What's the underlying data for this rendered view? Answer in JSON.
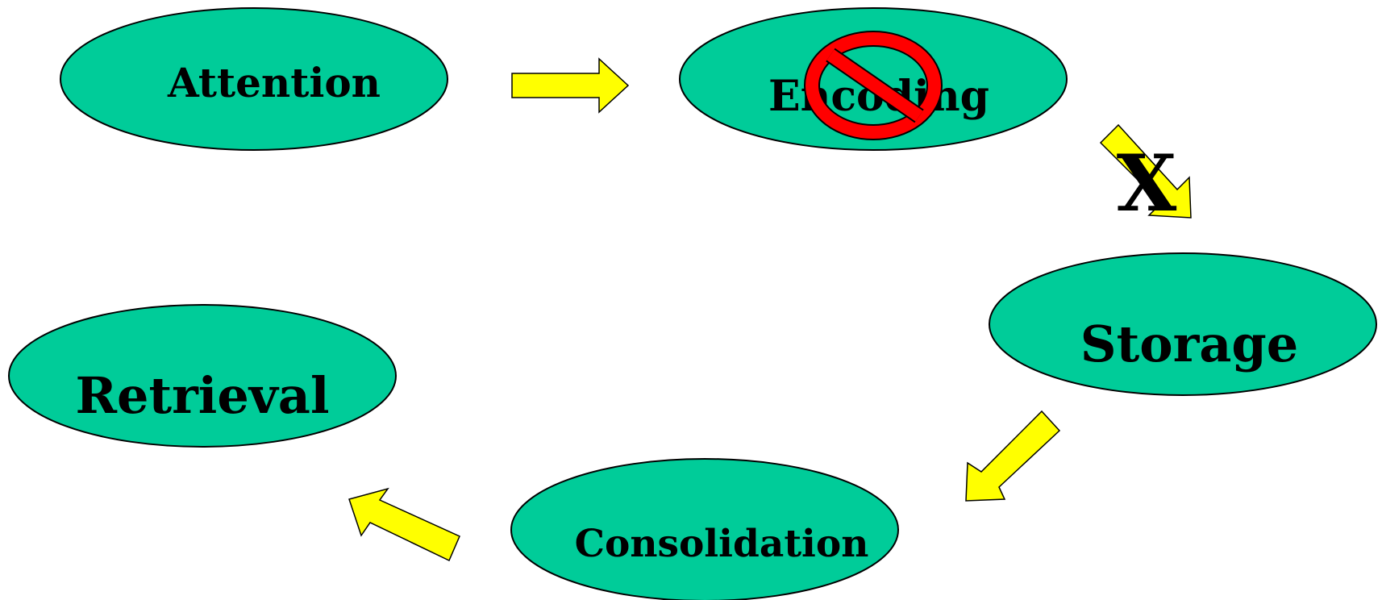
{
  "diagram": {
    "nodes": {
      "attention": {
        "label": "Attention"
      },
      "encoding": {
        "label": "Encoding"
      },
      "storage": {
        "label": "Storage"
      },
      "consolidation": {
        "label": "Consolidation"
      },
      "retrieval": {
        "label": "Retrieval"
      }
    },
    "blocked_mark": "X",
    "colors": {
      "node_fill": "#00CC99",
      "node_stroke": "#000000",
      "arrow_fill": "#FFFF00",
      "arrow_stroke": "#000000",
      "prohibition_red": "#FF0000"
    },
    "icons": {
      "prohibition": "no-entry-icon"
    }
  }
}
